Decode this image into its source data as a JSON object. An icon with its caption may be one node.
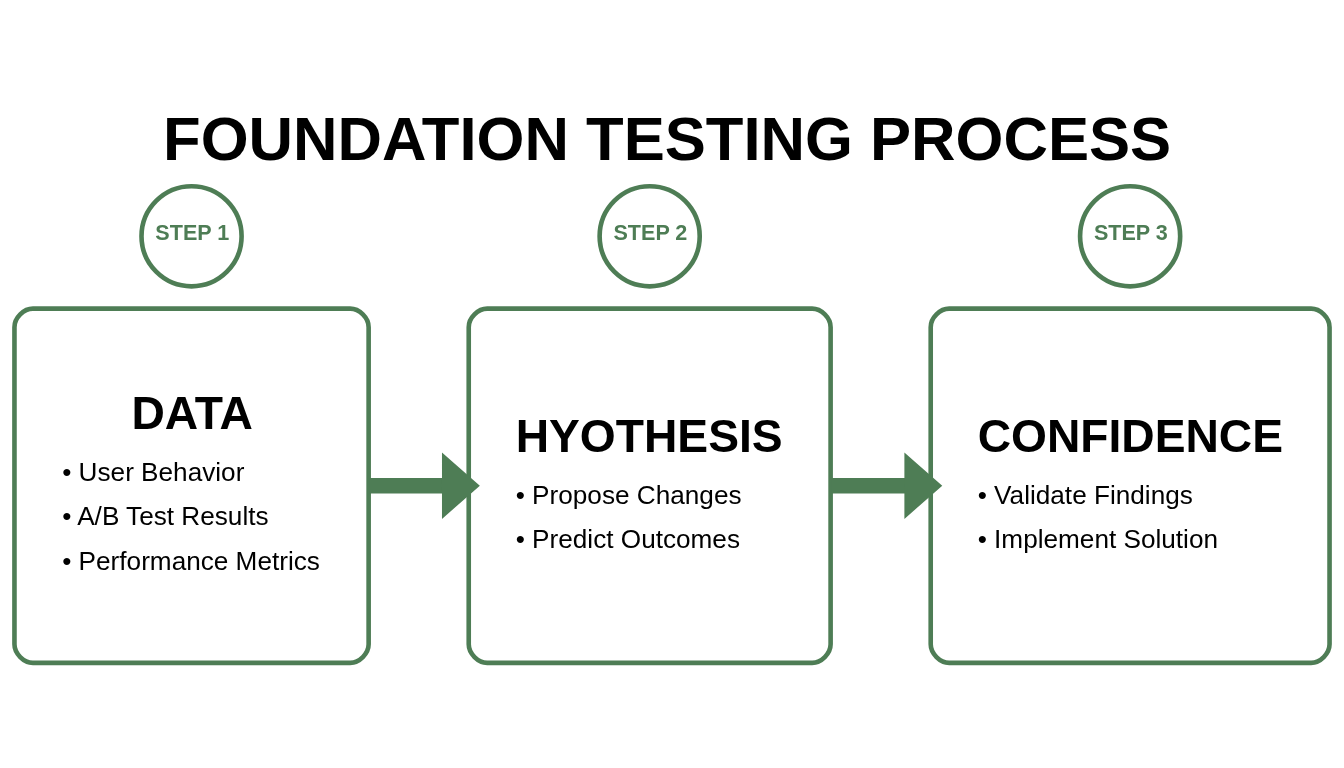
{
  "diagram": {
    "title": "FOUNDATION TESTING PROCESS",
    "nodes": [
      {
        "text": [
          "STEP 1"
        ]
      },
      {
        "text": [
          "DATA",
          "• User Behavior",
          "• A/B Test Results",
          "• Performance Metrics"
        ]
      },
      {
        "text": [
          "STEP 2"
        ]
      },
      {
        "text": [
          "HYOTHESIS",
          "• Propose Changes",
          "• Predict Outcomes"
        ]
      },
      {
        "text": [
          "STEP 3"
        ]
      },
      {
        "text": [
          "CONFIDENCE",
          "• Validate Findings",
          "• Implement Solution"
        ]
      }
    ],
    "edges": [
      {
        "from": 1,
        "to": 3,
        "arrow": "to"
      },
      {
        "from": 3,
        "to": 5,
        "arrow": "to"
      }
    ]
  }
}
